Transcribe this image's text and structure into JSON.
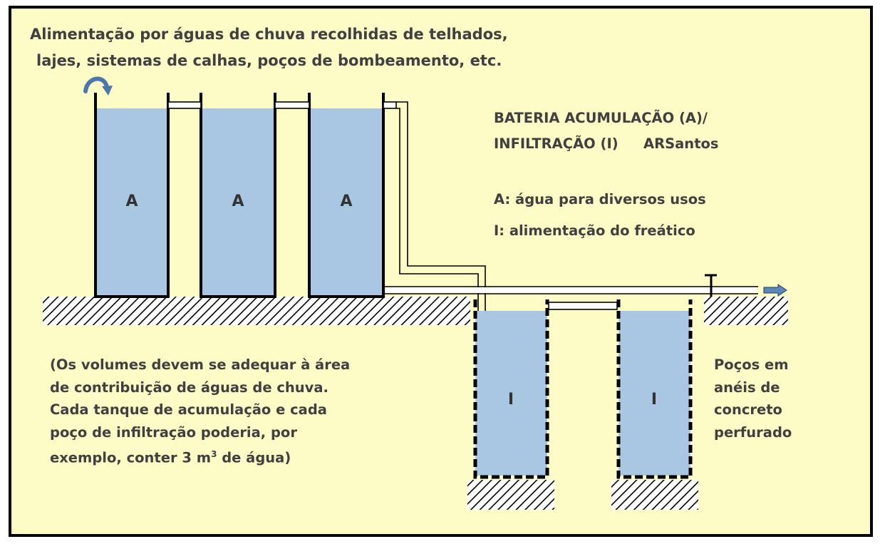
{
  "intro": {
    "line1": "Alimentação por águas de chuva recolhidas de telhados,",
    "line2": "lajes, sistemas de calhas, poços de bombeamento, etc."
  },
  "title": {
    "line1": "BATERIA ACUMULAÇÃO (A)/",
    "line2": "INFILTRAÇÃO (I)",
    "author": "ARSantos"
  },
  "legend": {
    "a": "A: água para diversos usos",
    "i": "I:  alimentação do freático"
  },
  "tanks": {
    "accumulation": [
      "A",
      "A",
      "A"
    ],
    "infiltration": [
      "I",
      "I"
    ]
  },
  "note": {
    "line1": "(Os volumes devem se adequar à área",
    "line2": "de contribuição de águas de chuva.",
    "line3": "Cada tanque de acumulação e cada",
    "line4": "poço de infiltração poderia, por",
    "line5_pre": "exemplo, conter 3 m",
    "line5_sup": "3",
    "line5_post": " de água)"
  },
  "wells_caption": {
    "line1": "Poços em",
    "line2": "anéis de",
    "line3": "concreto",
    "line4": "perfurado"
  },
  "colors": {
    "background": "#fdfbc6",
    "water": "#a9c6e3",
    "outline": "#000000",
    "text": "#404040",
    "arrow": "#5b86b8"
  }
}
